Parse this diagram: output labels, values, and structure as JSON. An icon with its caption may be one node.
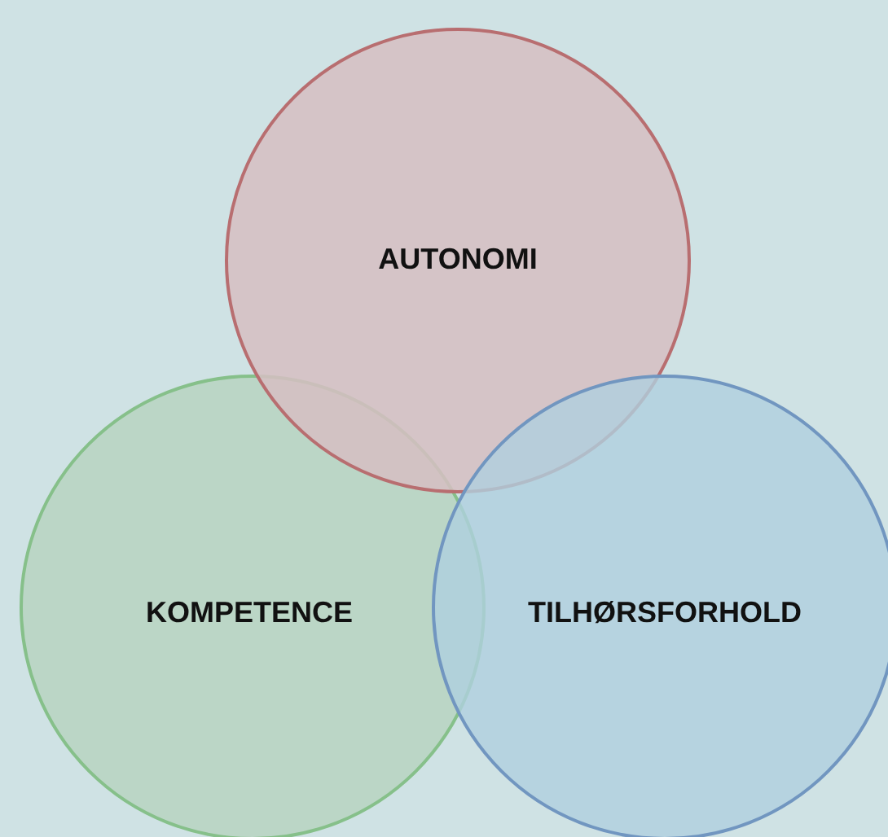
{
  "diagram": {
    "nodes": [
      {
        "text": [
          "AUTONOMI"
        ]
      },
      {
        "text": [
          "KOMPETENCE"
        ]
      },
      {
        "text": [
          "TILHØRSFORHOLD"
        ]
      }
    ]
  }
}
